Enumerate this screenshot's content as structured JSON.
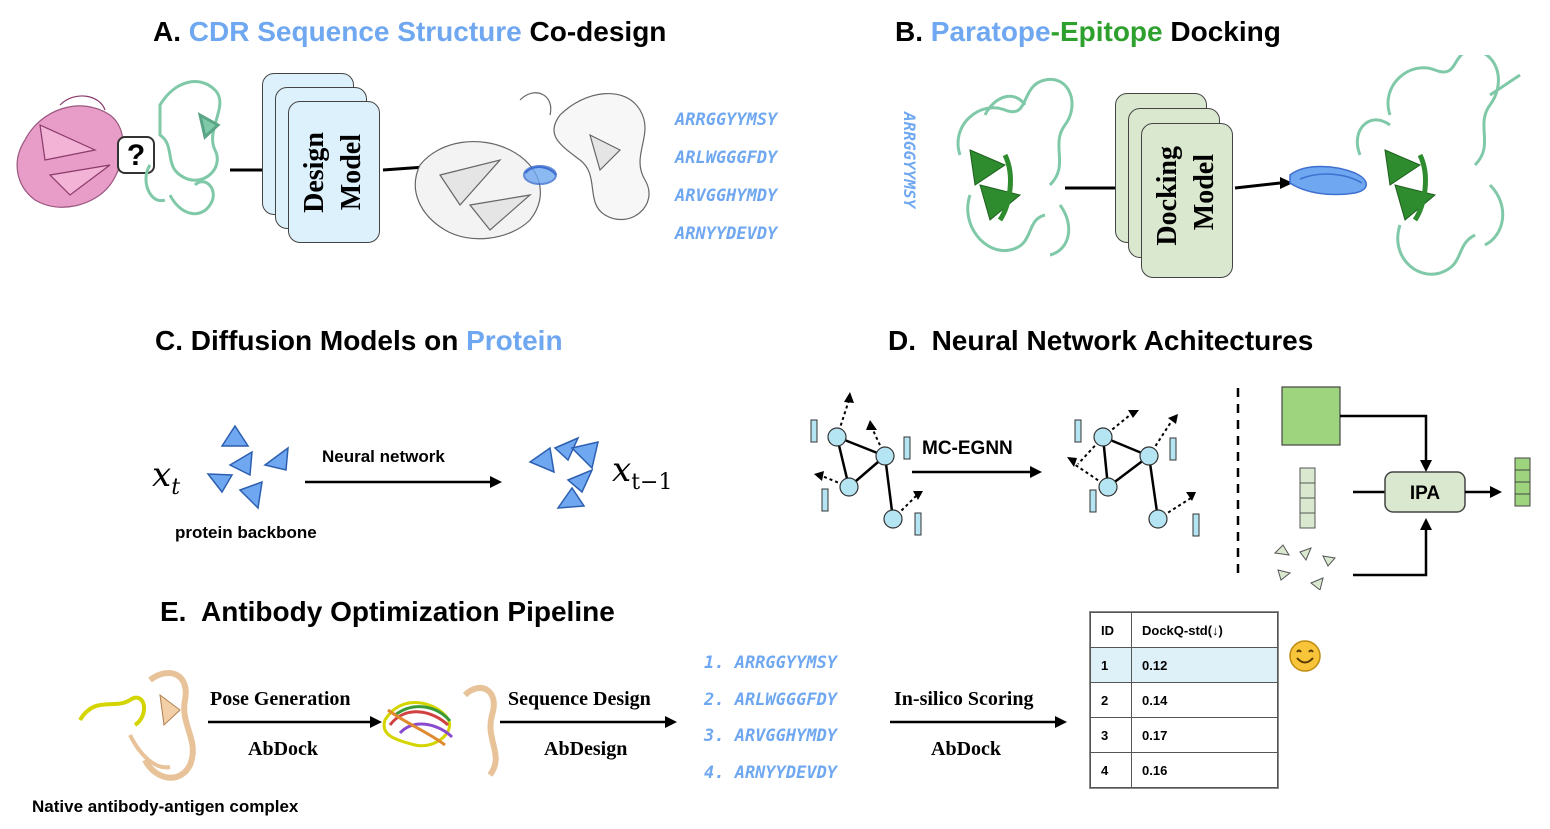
{
  "panel_a": {
    "letter": "A.",
    "title_blue": "CDR Sequence Structure",
    "title_black": "Co-design",
    "question_mark": "?",
    "model_label_1": "Design",
    "model_label_2": "Model",
    "sequences": [
      "ARRGGYYMSY",
      "ARLWGGGFDY",
      "ARVGGHYMDY",
      "ARNYYDEVDY"
    ]
  },
  "panel_b": {
    "letter": "B.",
    "title_blue": "Paratope",
    "title_dash": "-",
    "title_green": "Epitope",
    "title_black": "Docking",
    "vertical_sequence": "ARRGGYYMSY",
    "model_label_1": "Docking",
    "model_label_2": "Model"
  },
  "panel_c": {
    "letter": "C.",
    "title_black": "Diffusion Models on",
    "title_blue": "Protein",
    "x_t": "x",
    "x_t_sub": "t",
    "x_t1": "x",
    "x_t1_sub": "t−1",
    "arrow_label": "Neural network",
    "caption": "protein backbone"
  },
  "panel_d": {
    "letter": "D.",
    "title": "Neural Network Achitectures",
    "egnn_label": "MC-EGNN",
    "ipa_label": "IPA"
  },
  "panel_e": {
    "letter": "E.",
    "title": "Antibody Optimization Pipeline",
    "caption": "Native antibody-antigen complex",
    "step1_top": "Pose Generation",
    "step1_bottom": "AbDock",
    "step2_top": "Sequence Design",
    "step2_bottom": "AbDesign",
    "step3_top": "In-silico Scoring",
    "step3_bottom": "AbDock",
    "sequences": [
      "1. ARRGGYYMSY",
      "2. ARLWGGGFDY",
      "3. ARVGGHYMDY",
      "4. ARNYYDEVDY"
    ],
    "table": {
      "headers": [
        "ID",
        "DockQ-std(↓)"
      ],
      "rows": [
        [
          "1",
          "0.12"
        ],
        [
          "2",
          "0.14"
        ],
        [
          "3",
          "0.17"
        ],
        [
          "4",
          "0.16"
        ]
      ]
    },
    "emoji": "😊"
  },
  "colors": {
    "blue_accent": "#6fa8f0",
    "green_accent": "#2ea02e",
    "design_card": "#dcf1fb",
    "docking_card": "#d9e8cf",
    "antigen_pink": "#e58cc0",
    "antibody_teal": "#7fc9a8",
    "node_cyan": "#b5e4f2",
    "ipa_green": "#9fd47f"
  }
}
